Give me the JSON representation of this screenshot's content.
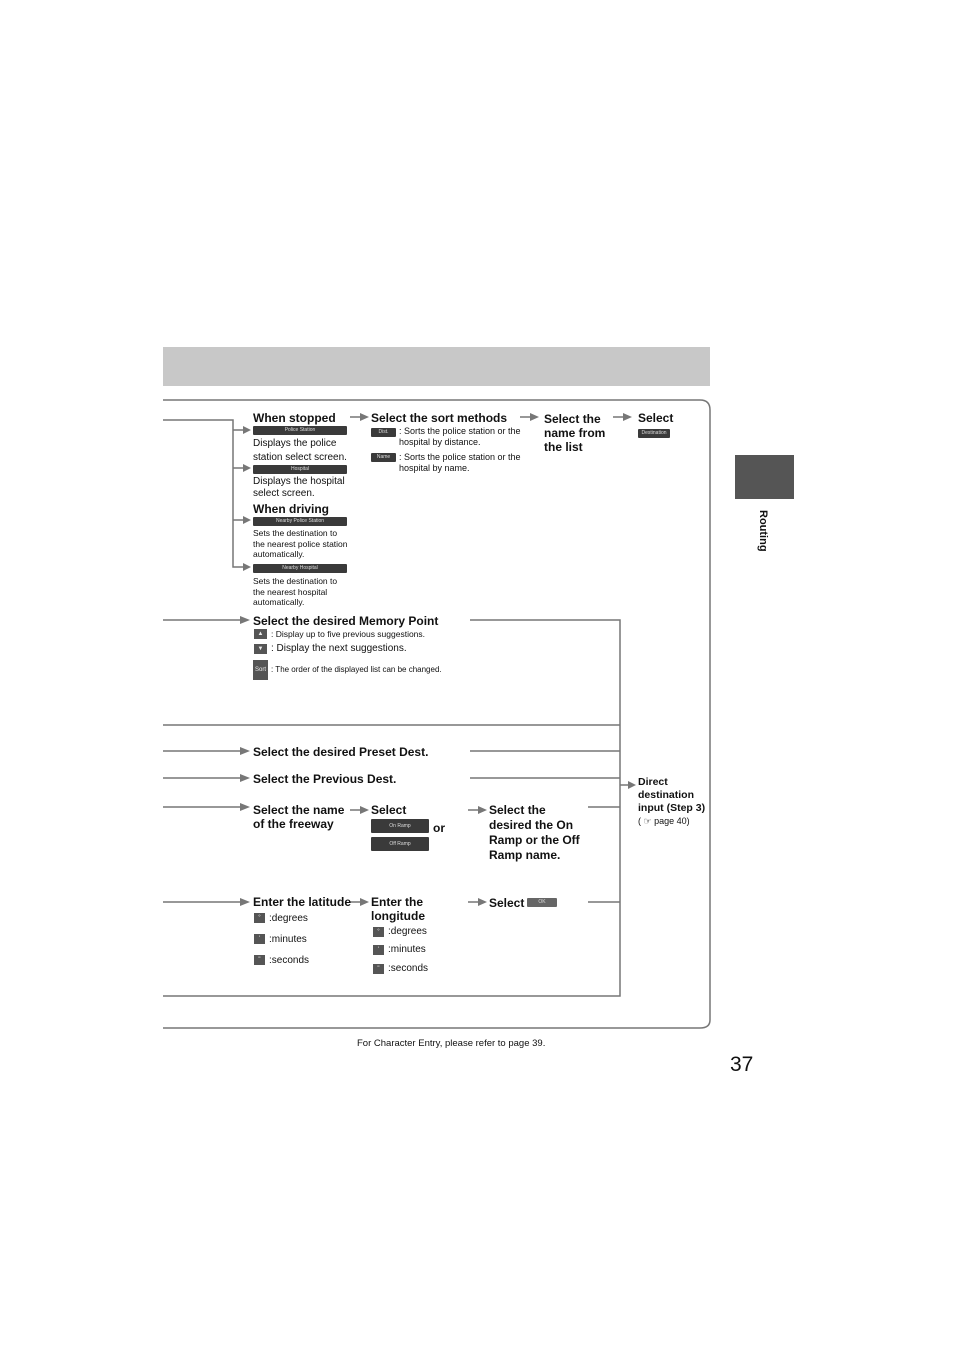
{
  "side_tab": "Routing",
  "page_number": "37",
  "footer_note": "For Character Entry, please refer to page 39.",
  "police_hospital": {
    "when_stopped": "When stopped",
    "police_btn": "Police Station",
    "police_desc": "Displays the police station select screen.",
    "hospital_btn": "Hospital",
    "hospital_desc": "Displays the hospital select screen.",
    "when_driving": "When driving",
    "nearby_police_btn": "Nearby Police Station",
    "nearby_police_desc": "Sets the destination to the nearest police station automatically.",
    "nearby_hospital_btn": "Nearby Hospital",
    "nearby_hospital_desc": "Sets the destination to the nearest hospital automatically.",
    "sort_title": "Select the sort methods",
    "dist_btn": "Dist.",
    "dist_desc": ": Sorts the police station or the hospital by distance.",
    "name_btn": "Name",
    "name_desc": ": Sorts the police station or the hospital by name.",
    "select_name": "Select the name from the list",
    "select": "Select",
    "destination_btn": "Destination"
  },
  "memory": {
    "title": "Select the desired  Memory Point",
    "up_desc": ": Display up to five previous suggestions.",
    "down_desc": ": Display the next suggestions.",
    "sort_btn": "Sort",
    "sort_desc": ": The order of the displayed list can be changed."
  },
  "preset": "Select the desired Preset Dest.",
  "previous": "Select the Previous Dest.",
  "direct": {
    "label": "Direct destination input (Step 3)",
    "ref": "page 40)",
    "paren": "("
  },
  "freeway": {
    "title": "Select the name of the freeway",
    "select": "Select",
    "on_ramp_btn": "On Ramp",
    "off_ramp_btn": "Off Ramp",
    "or": "or",
    "ramp_name": "Select the desired the On Ramp or the Off Ramp name."
  },
  "coords": {
    "latitude": "Enter the latitude",
    "longitude": "Enter the longitude",
    "degrees": ":degrees",
    "minutes": ":minutes",
    "seconds": ":seconds",
    "select": "Select",
    "ok_btn": "OK"
  }
}
